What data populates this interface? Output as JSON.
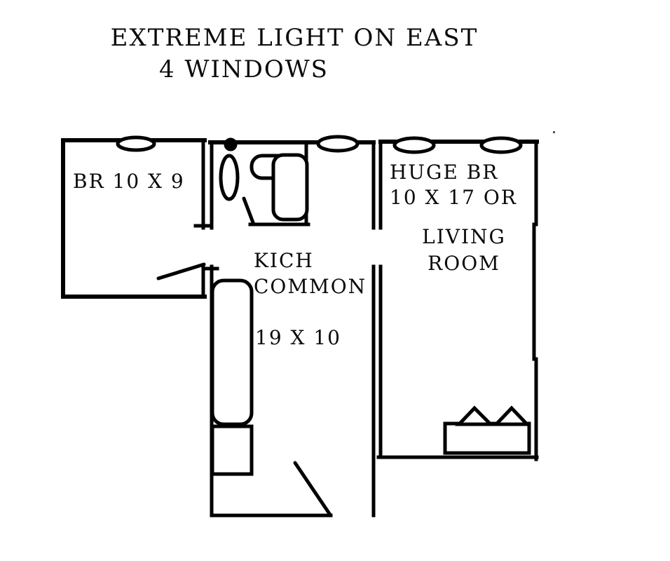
{
  "document": {
    "kind": "apartment-floor-plan",
    "title_lines": [
      "EXTREME LIGHT ON EAST",
      "4 WINDOWS"
    ]
  },
  "labels": {
    "bedroom_left": "BR  10  X  9",
    "living_line1": "HUGE  BR",
    "living_line2": "10  X  17  OR",
    "living_line3": "LIVING",
    "living_line4": "ROOM",
    "kitchen_line1": "KICH",
    "kitchen_line2": "COMMON",
    "kitchen_dims": "19  X  10"
  },
  "rooms": [
    {
      "name": "bedroom-left",
      "label": "BR  10  X  9",
      "dimensions": "10 X 9",
      "windows": 1
    },
    {
      "name": "bathroom",
      "label": "",
      "dimensions": "",
      "windows": 1,
      "fixtures": [
        "toilet",
        "sink",
        "bathtub",
        "corner-dot"
      ]
    },
    {
      "name": "kitchen-common",
      "label": "KICH COMMON 19 X 10",
      "dimensions": "19 X 10",
      "windows": 0,
      "fixtures": [
        "counter",
        "appliance"
      ]
    },
    {
      "name": "living-room",
      "label": "HUGE BR 10 X 17 OR LIVING ROOM",
      "dimensions": "10 X 17",
      "windows": 2,
      "fixtures": [
        "sofa"
      ]
    }
  ],
  "style": {
    "ink": "#000000",
    "paper": "#ffffff"
  }
}
